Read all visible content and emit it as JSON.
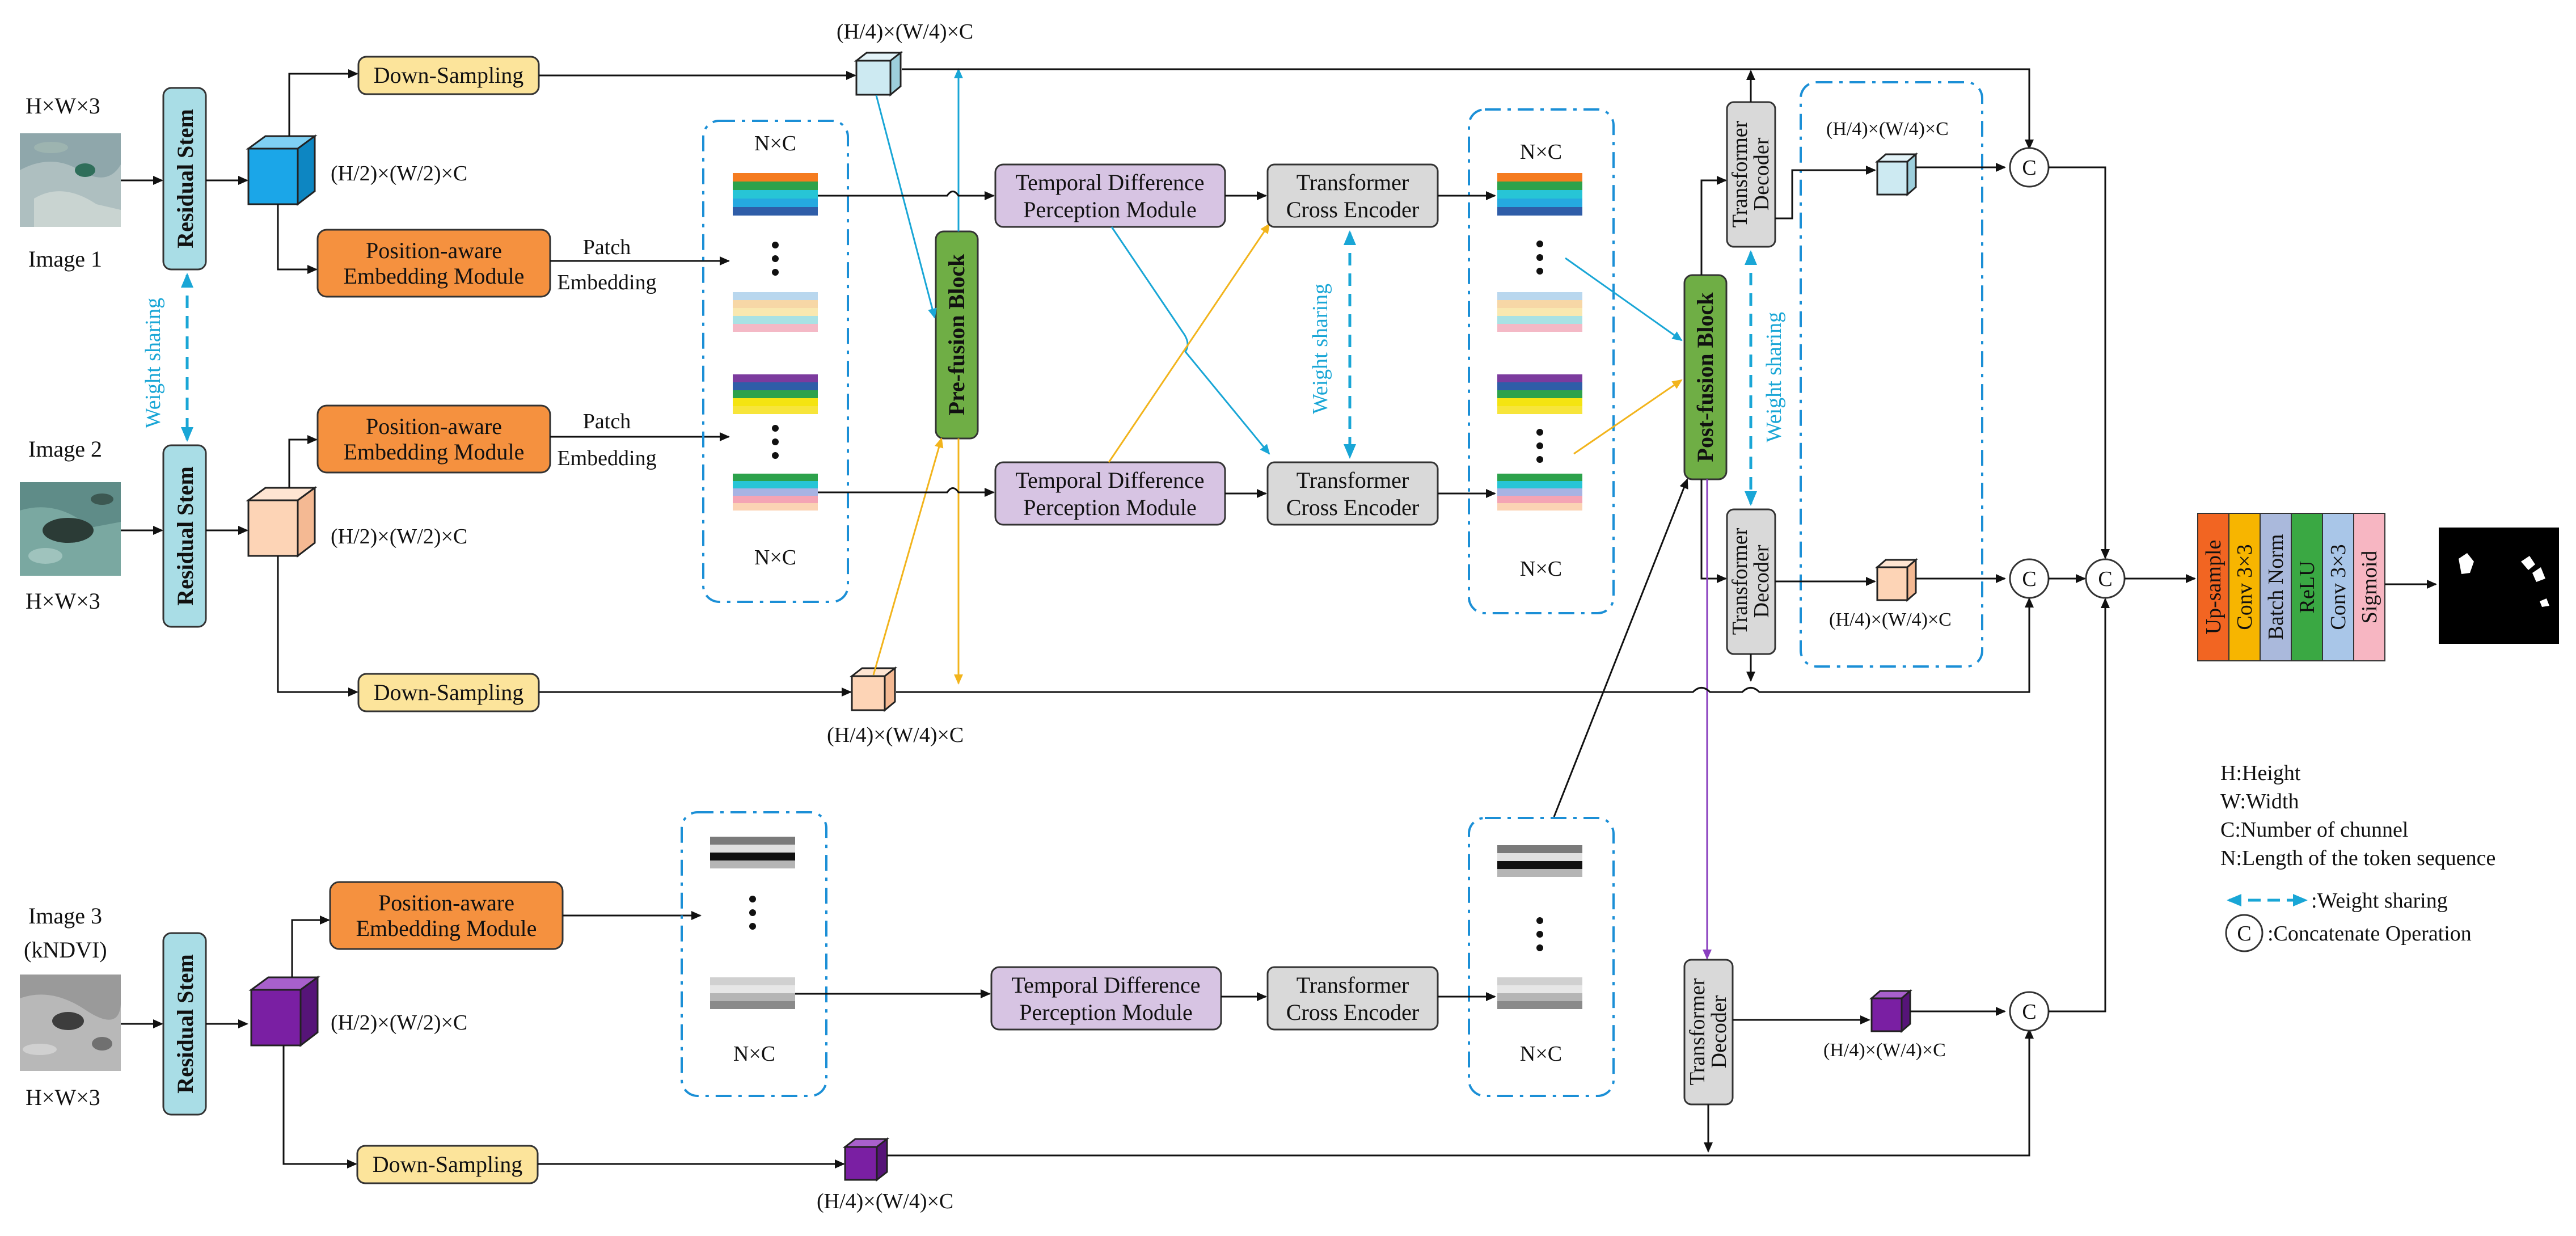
{
  "inputs": {
    "image1": {
      "size_label": "H×W×3",
      "name": "Image 1"
    },
    "image2": {
      "size_label": "H×W×3",
      "name": "Image 2"
    },
    "image3": {
      "size_label": "H×W×3",
      "name": "Image 3",
      "subtitle": "(kNDVI)"
    }
  },
  "labels": {
    "residual_stem": "Residual Stem",
    "weight_sharing": "Weight sharing",
    "down_sampling": "Down-Sampling",
    "pos_embed_line1": "Position-aware",
    "pos_embed_line2": "Embedding Module",
    "patch": "Patch",
    "embedding": "Embedding",
    "nxc": "N×C",
    "half_dims": "(H/2)×(W/2)×C",
    "quarter_dims": "(H/4)×(W/4)×C",
    "tdpm_line1": "Temporal Difference",
    "tdpm_line2": "Perception Module",
    "tce_line1": "Transformer",
    "tce_line2": "Cross Encoder",
    "pre_fusion": "Pre-fusion Block",
    "post_fusion": "Post-fusion Block",
    "td_line1": "Transformer",
    "td_line2": "Decoder",
    "concat_symbol": "C"
  },
  "head_layers": [
    "Up-sample",
    "Conv 3×3",
    "Batch Norm",
    "ReLU",
    "Conv 3×3",
    "Sigmoid"
  ],
  "legend": {
    "definitions": [
      "H:Height",
      "W:Width",
      "C:Number of chunnel",
      "N:Length of the token sequence"
    ],
    "weight_sharing": ":Weight sharing",
    "concat": ":Concatenate Operation"
  },
  "colors": {
    "residual_stem": "#a9dde6",
    "down_sampling": "#fce49b",
    "position_embedding": "#f5913f",
    "temporal_difference": "#d7c4e3",
    "transformer": "#d9d9d9",
    "fusion": "#6fae45",
    "feature_cube_1": "#1ba6e8",
    "feature_cube_2": "#fdd4b6",
    "feature_cube_3": "#7a1fa3",
    "dashed_frame": "#1b8fd6",
    "accent_arrow": "#19a6d6",
    "yellow_arrow": "#f2b41c",
    "purple_arrow": "#8a3fbf"
  }
}
